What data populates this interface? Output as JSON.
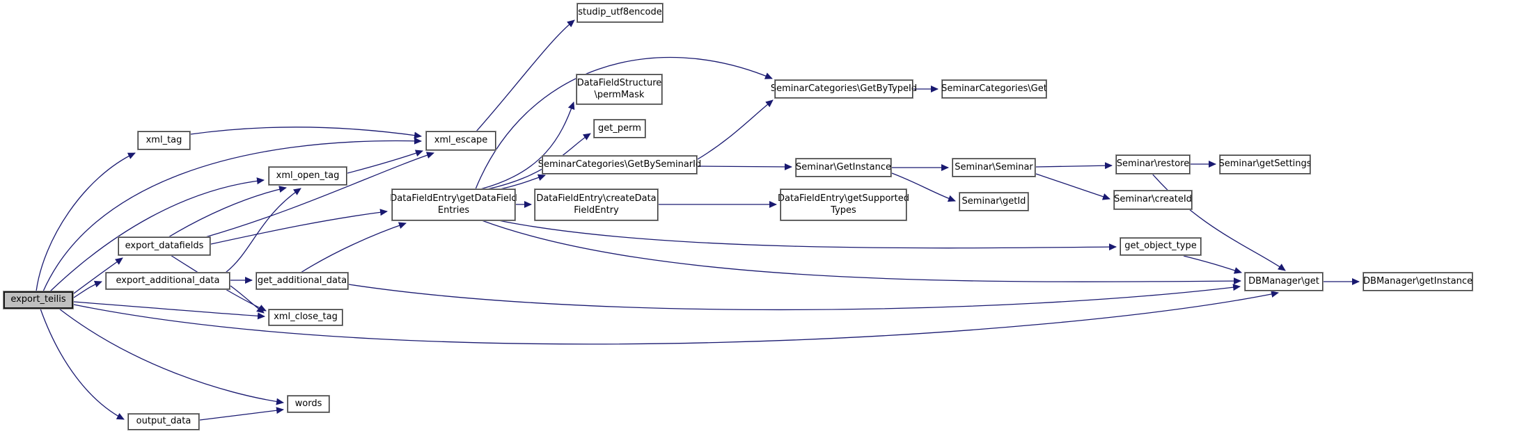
{
  "diagram_type": "doxygen-call-graph",
  "colors": {
    "edge": "#191970",
    "node_fill": "#ffffff",
    "node_border": "#3a3a3a",
    "highlight_fill": "#bfbfbf",
    "text": "#000000",
    "background": "#ffffff"
  },
  "graph": {
    "nodes": [
      {
        "id": "export_teilis",
        "label": "export_teilis",
        "highlighted": true
      },
      {
        "id": "xml_tag",
        "label": "xml_tag",
        "highlighted": false
      },
      {
        "id": "xml_open_tag",
        "label": "xml_open_tag",
        "highlighted": false
      },
      {
        "id": "xml_escape",
        "label": "xml_escape",
        "highlighted": false
      },
      {
        "id": "studip_utf8encode",
        "label": "studip_utf8encode",
        "highlighted": false
      },
      {
        "id": "datafieldstructure_permmask",
        "label": "DataFieldStructure\n\\permMask",
        "highlighted": false
      },
      {
        "id": "get_perm",
        "label": "get_perm",
        "highlighted": false
      },
      {
        "id": "seminarcategories_getbyseminarid",
        "label": "SeminarCategories\\GetBySeminarId",
        "highlighted": false
      },
      {
        "id": "seminarcategories_getbytypeid",
        "label": "SeminarCategories\\GetByTypeId",
        "highlighted": false
      },
      {
        "id": "seminarcategories_get",
        "label": "SeminarCategories\\Get",
        "highlighted": false
      },
      {
        "id": "seminar_getinstance",
        "label": "Seminar\\GetInstance",
        "highlighted": false
      },
      {
        "id": "seminar_seminar",
        "label": "Seminar\\Seminar",
        "highlighted": false
      },
      {
        "id": "seminar_restore",
        "label": "Seminar\\restore",
        "highlighted": false
      },
      {
        "id": "seminar_getsettings",
        "label": "Seminar\\getSettings",
        "highlighted": false
      },
      {
        "id": "seminar_getid",
        "label": "Seminar\\getId",
        "highlighted": false
      },
      {
        "id": "seminar_createid",
        "label": "Seminar\\createId",
        "highlighted": false
      },
      {
        "id": "datafieldentry_getdatafieldentries",
        "label": "DataFieldEntry\\getDataField\nEntries",
        "highlighted": false
      },
      {
        "id": "datafieldentry_createdatafieldentry",
        "label": "DataFieldEntry\\createData\nFieldEntry",
        "highlighted": false
      },
      {
        "id": "datafieldentry_getsupportedtypes",
        "label": "DataFieldEntry\\getSupported\nTypes",
        "highlighted": false
      },
      {
        "id": "export_datafields",
        "label": "export_datafields",
        "highlighted": false
      },
      {
        "id": "export_additional_data",
        "label": "export_additional_data",
        "highlighted": false
      },
      {
        "id": "get_additional_data",
        "label": "get_additional_data",
        "highlighted": false
      },
      {
        "id": "xml_close_tag",
        "label": "xml_close_tag",
        "highlighted": false
      },
      {
        "id": "get_object_type",
        "label": "get_object_type",
        "highlighted": false
      },
      {
        "id": "dbmanager_get",
        "label": "DBManager\\get",
        "highlighted": false
      },
      {
        "id": "dbmanager_getinstance",
        "label": "DBManager\\getInstance",
        "highlighted": false
      },
      {
        "id": "words",
        "label": "words",
        "highlighted": false
      },
      {
        "id": "output_data",
        "label": "output_data",
        "highlighted": false
      }
    ],
    "edges": [
      {
        "from": "export_teilis",
        "to": "xml_tag"
      },
      {
        "from": "export_teilis",
        "to": "xml_escape"
      },
      {
        "from": "export_teilis",
        "to": "xml_open_tag"
      },
      {
        "from": "export_teilis",
        "to": "export_datafields"
      },
      {
        "from": "export_teilis",
        "to": "export_additional_data"
      },
      {
        "from": "export_teilis",
        "to": "xml_close_tag"
      },
      {
        "from": "export_teilis",
        "to": "output_data"
      },
      {
        "from": "export_teilis",
        "to": "words"
      },
      {
        "from": "export_teilis",
        "to": "dbmanager_get"
      },
      {
        "from": "export_datafields",
        "to": "xml_open_tag"
      },
      {
        "from": "export_datafields",
        "to": "xml_escape"
      },
      {
        "from": "export_datafields",
        "to": "xml_close_tag"
      },
      {
        "from": "export_datafields",
        "to": "datafieldentry_getdatafieldentries"
      },
      {
        "from": "export_additional_data",
        "to": "get_additional_data"
      },
      {
        "from": "export_additional_data",
        "to": "xml_open_tag"
      },
      {
        "from": "export_additional_data",
        "to": "xml_close_tag"
      },
      {
        "from": "get_additional_data",
        "to": "datafieldentry_getdatafieldentries"
      },
      {
        "from": "get_additional_data",
        "to": "dbmanager_get"
      },
      {
        "from": "xml_tag",
        "to": "xml_escape"
      },
      {
        "from": "xml_open_tag",
        "to": "xml_escape"
      },
      {
        "from": "xml_escape",
        "to": "studip_utf8encode"
      },
      {
        "from": "datafieldentry_getdatafieldentries",
        "to": "datafieldstructure_permmask"
      },
      {
        "from": "datafieldentry_getdatafieldentries",
        "to": "get_perm"
      },
      {
        "from": "datafieldentry_getdatafieldentries",
        "to": "seminarcategories_getbyseminarid"
      },
      {
        "from": "datafieldentry_getdatafieldentries",
        "to": "seminarcategories_getbytypeid"
      },
      {
        "from": "datafieldentry_getdatafieldentries",
        "to": "datafieldentry_createdatafieldentry"
      },
      {
        "from": "datafieldentry_getdatafieldentries",
        "to": "get_object_type"
      },
      {
        "from": "datafieldentry_getdatafieldentries",
        "to": "dbmanager_get"
      },
      {
        "from": "datafieldentry_createdatafieldentry",
        "to": "datafieldentry_getsupportedtypes"
      },
      {
        "from": "seminarcategories_getbyseminarid",
        "to": "seminar_getinstance"
      },
      {
        "from": "seminarcategories_getbyseminarid",
        "to": "seminarcategories_getbytypeid"
      },
      {
        "from": "seminarcategories_getbytypeid",
        "to": "seminarcategories_get"
      },
      {
        "from": "seminar_getinstance",
        "to": "seminar_seminar"
      },
      {
        "from": "seminar_getinstance",
        "to": "seminar_getid"
      },
      {
        "from": "seminar_seminar",
        "to": "seminar_restore"
      },
      {
        "from": "seminar_seminar",
        "to": "seminar_createid"
      },
      {
        "from": "seminar_restore",
        "to": "seminar_getsettings"
      },
      {
        "from": "seminar_restore",
        "to": "dbmanager_get"
      },
      {
        "from": "get_object_type",
        "to": "dbmanager_get"
      },
      {
        "from": "dbmanager_get",
        "to": "dbmanager_getinstance"
      },
      {
        "from": "output_data",
        "to": "words"
      }
    ]
  }
}
